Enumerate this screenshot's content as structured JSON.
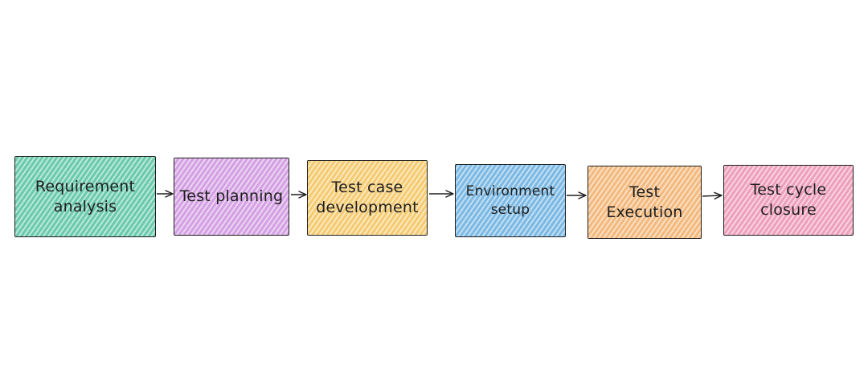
{
  "steps": [
    {
      "label": "Requirement\nanalysis",
      "color": "#63c8a8"
    },
    {
      "label": "Test planning",
      "color": "#d29be3"
    },
    {
      "label": "Test case\ndevelopment",
      "color": "#f5c96a"
    },
    {
      "label": "Environment\nsetup",
      "color": "#74b6e3"
    },
    {
      "label": "Test\nExecution",
      "color": "#f3b676"
    },
    {
      "label": "Test cycle\nclosure",
      "color": "#ee9ab8"
    }
  ],
  "stroke_color": "#1e1e1e"
}
